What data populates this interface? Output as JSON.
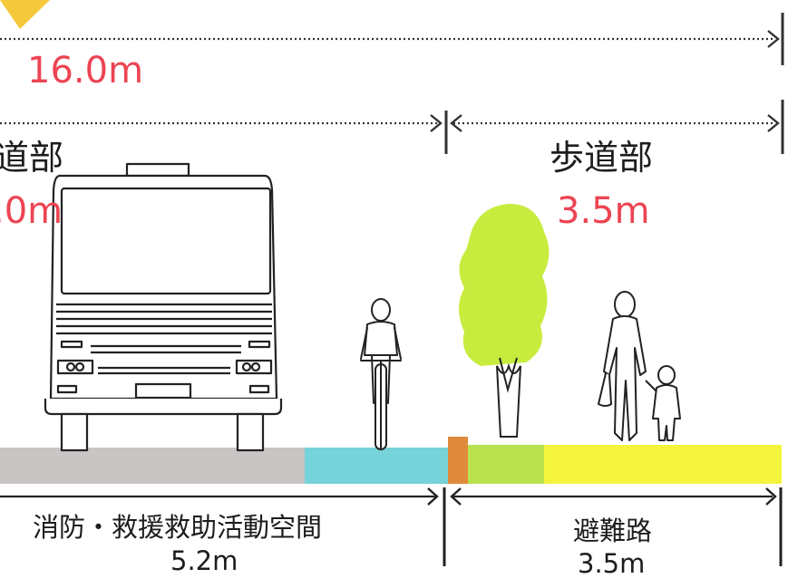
{
  "total": {
    "value": "16.0m"
  },
  "roadway": {
    "title": "道部",
    "value": ".0m"
  },
  "sidewalk": {
    "title": "歩道部",
    "value": "3.5m"
  },
  "lanes": {
    "gray": "#c9c5c5",
    "cyan": "#76d3d9",
    "curb": "#e08a3c",
    "green": "#b9e24e",
    "yellow": "#f4f43c"
  },
  "bottom_left": {
    "title": "消防・救援救助活動空間",
    "value": "5.2m"
  },
  "bottom_right": {
    "title": "避難路",
    "value": "3.5m"
  },
  "colors": {
    "accent_red": "#ec4452",
    "marker_yellow": "#f5c93b",
    "tree_green": "#c8ec3e"
  }
}
